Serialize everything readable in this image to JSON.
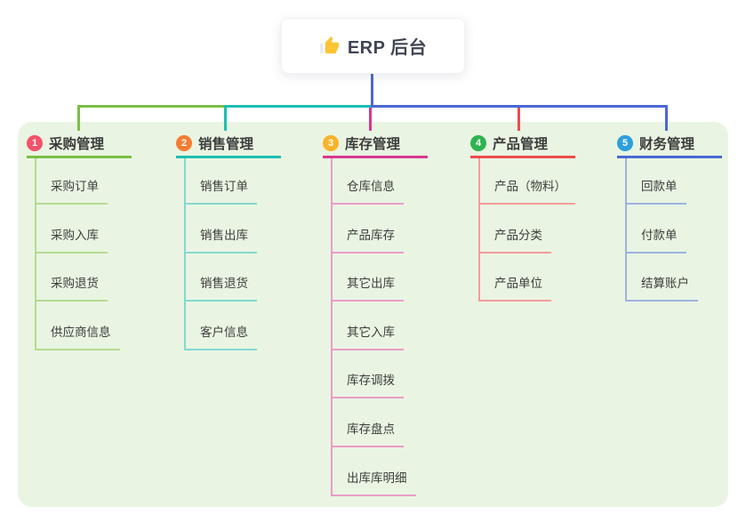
{
  "root": {
    "label": "ERP 后台",
    "icon": "thumbs-up-icon"
  },
  "colors": {
    "panel_bg": "#e9f5e2",
    "root_line": "#5164d0",
    "text": "#3d3d3d",
    "root_text": "#3f4554",
    "thumb_yellow": "#fcc434",
    "thumb_cuff": "#e7ebf2"
  },
  "branches": [
    {
      "num": "1",
      "label": "采购管理",
      "badge_color": "#f4536a",
      "line_color": "#7abf45",
      "sub_line_color": "#b4db8f",
      "items": [
        "采购订单",
        "采购入库",
        "采购退货",
        "供应商信息"
      ]
    },
    {
      "num": "2",
      "label": "销售管理",
      "badge_color": "#f67d33",
      "line_color": "#1dbfb2",
      "sub_line_color": "#82d9d0",
      "items": [
        "销售订单",
        "销售出库",
        "销售退货",
        "客户信息"
      ]
    },
    {
      "num": "3",
      "label": "库存管理",
      "badge_color": "#f8b32b",
      "line_color": "#d8378f",
      "sub_line_color": "#ec9bc8",
      "items": [
        "仓库信息",
        "产品库存",
        "其它出库",
        "其它入库",
        "库存调拨",
        "库存盘点",
        "出库库明细"
      ]
    },
    {
      "num": "4",
      "label": "产品管理",
      "badge_color": "#2eb351",
      "line_color": "#ee4b4e",
      "sub_line_color": "#f49c9c",
      "items": [
        "产品（物料）",
        "产品分类",
        "产品单位"
      ]
    },
    {
      "num": "5",
      "label": "财务管理",
      "badge_color": "#2c9fdd",
      "line_color": "#4a68d5",
      "sub_line_color": "#9eb1e2",
      "items": [
        "回款单",
        "付款单",
        "结算账户"
      ]
    }
  ]
}
